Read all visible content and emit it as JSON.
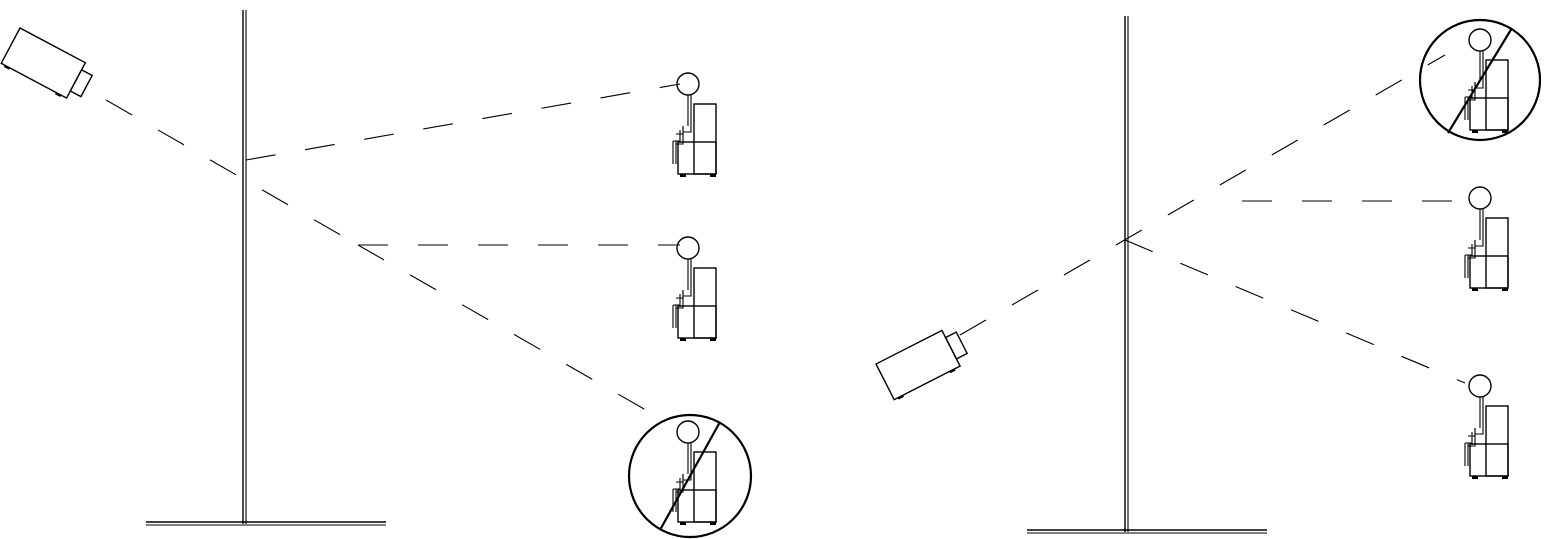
{
  "diagram": {
    "panels": [
      {
        "id": "front-projection",
        "projector": "projector-icon",
        "screen": "screen-stand",
        "viewers": [
          {
            "id": "viewer-top",
            "icon": "seated-person-icon",
            "blocked": false
          },
          {
            "id": "viewer-middle",
            "icon": "seated-person-icon",
            "blocked": false
          },
          {
            "id": "viewer-bottom",
            "icon": "seated-person-icon",
            "blocked": true
          }
        ]
      },
      {
        "id": "rear-projection",
        "projector": "projector-icon",
        "screen": "screen-stand",
        "viewers": [
          {
            "id": "viewer-top",
            "icon": "seated-person-icon",
            "blocked": true
          },
          {
            "id": "viewer-middle",
            "icon": "seated-person-icon",
            "blocked": false
          },
          {
            "id": "viewer-bottom",
            "icon": "seated-person-icon",
            "blocked": false
          }
        ]
      }
    ],
    "colors": {
      "ink": "#000000",
      "background": "#ffffff"
    }
  }
}
